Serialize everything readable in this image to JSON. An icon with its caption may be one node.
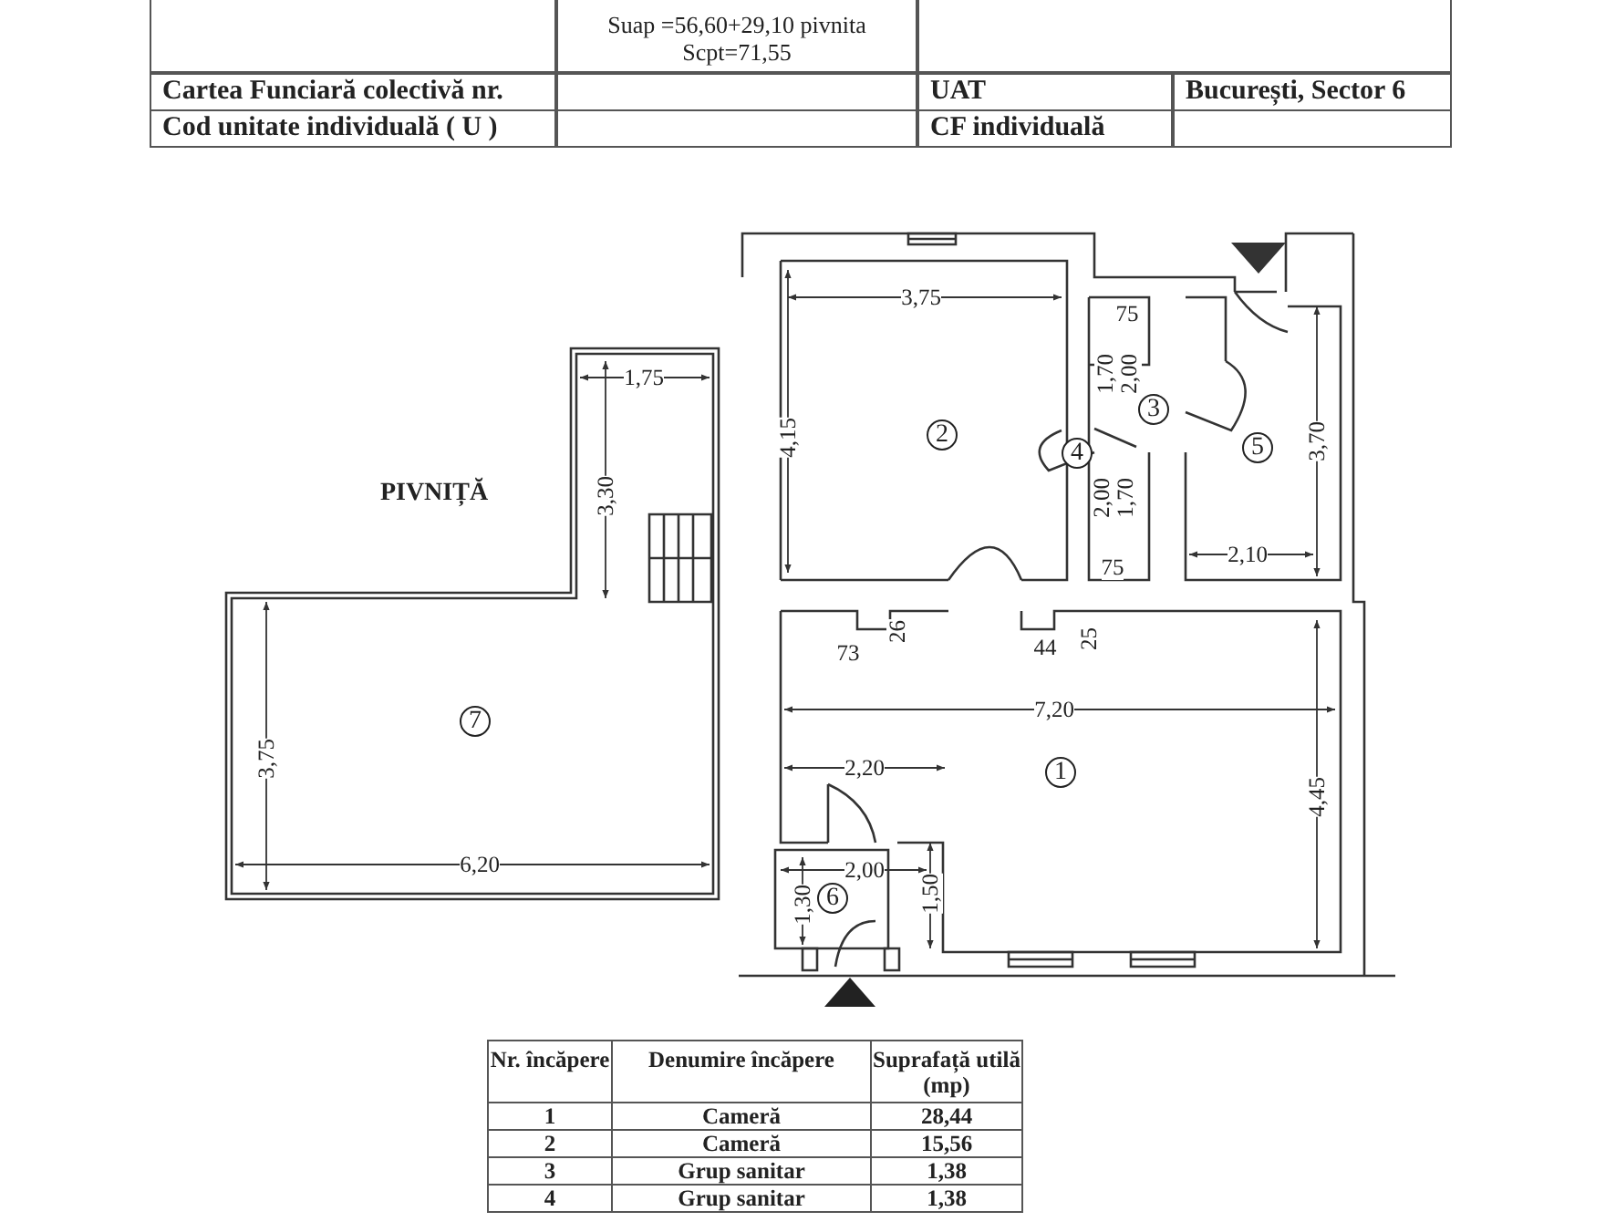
{
  "diagram": {
    "nodes": [
      {
        "text": [
          "3"
        ]
      },
      {
        "text": [
          "2"
        ]
      },
      {
        "text": [
          "5"
        ]
      },
      {
        "text": [
          "4"
        ]
      },
      {
        "text": [
          "7"
        ]
      },
      {
        "text": [
          "1"
        ]
      },
      {
        "text": [
          "6"
        ]
      }
    ],
    "labels": [
      "Suap =56,60+29,10 pivnita",
      "Scpt=71,55",
      "Cartea Funciară colectivă nr.",
      "UAT",
      "București, Sector 6",
      "Cod unitate individuală ( U )",
      "CF individuală",
      "3,75",
      "75",
      "3,70",
      "1,75",
      "4,15",
      "1,70",
      "2,00",
      "PIVNIȚĂ",
      "3,30",
      "2,00",
      "1,70",
      "2,10",
      "75",
      "73",
      "26",
      "44",
      "25",
      "7,20",
      "3,75",
      "2,20",
      "4,45",
      "6,20",
      "2,00",
      "1,30",
      "1,50",
      "Nr. încăpere",
      "Denumire încăpere",
      "Suprafață utilă (mp)",
      "1",
      "Cameră",
      "28,44",
      "2",
      "Cameră",
      "15,56",
      "3",
      "Grup sanitar",
      "1,38",
      "4",
      "Grup sanitar",
      "1,38"
    ]
  }
}
